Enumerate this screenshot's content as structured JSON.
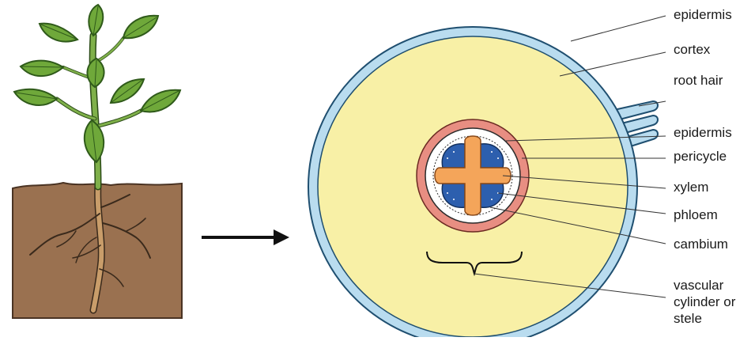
{
  "labels": {
    "outer_epidermis": "epidermis",
    "cortex": "cortex",
    "root_hair": "root hair",
    "inner_epidermis": "epidermis",
    "pericycle": "pericycle",
    "xylem": "xylem",
    "phloem": "phloem",
    "cambium": "cambium",
    "stele_line1": "vascular",
    "stele_line2": "cylinder or",
    "stele_line3": "stele"
  },
  "colors": {
    "leaf": "#6fa83a",
    "leaf_dark": "#2f5a1a",
    "stem": "#7fb04a",
    "soil": "#9a7150",
    "soil_edge": "#4a3323",
    "root": "#c99d6a",
    "cortex": "#f8f0a6",
    "epidermis_ring": "#b9dcef",
    "pericycle": "#e88e82",
    "xylem": "#f4a55a",
    "phloem": "#2d5fae",
    "cambium_area": "#ffffff",
    "leader_line": "#333333"
  }
}
